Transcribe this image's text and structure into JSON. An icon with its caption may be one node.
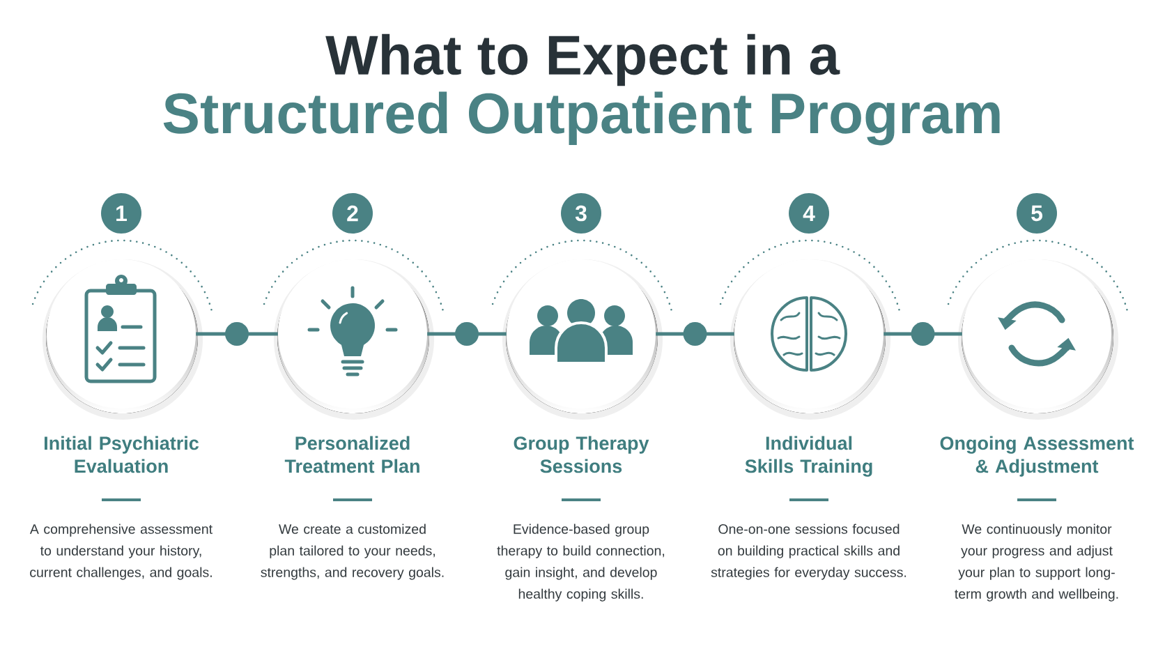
{
  "diagram": {
    "title": "What to Expect in a",
    "nodes": [
      {
        "text": [
          "Initial Psychiatric Evaluation",
          "A comprehensive assessment to understand your history, current challenges, and goals."
        ],
        "beside": [
          "1"
        ]
      },
      {
        "text": [
          "Personalized Treatment Plan",
          "We create a customized plan tailored to your needs, strengths, and recovery goals."
        ],
        "beside": [
          "2"
        ]
      },
      {
        "text": [
          "Group Therapy Sessions",
          "Evidence-based group therapy to build connection, gain insight, and develop healthy coping skills."
        ],
        "beside": [
          "3"
        ]
      },
      {
        "text": [
          "Individual Skills Training",
          "One-on-one sessions focused on building practical skills and strategies for everyday success."
        ],
        "beside": [
          "4"
        ]
      },
      {
        "text": [
          "Ongoing Assessment & Adjustment",
          "We continuously monitor your progress and adjust your plan to support long-term growth and wellbeing."
        ],
        "beside": [
          "5"
        ]
      }
    ],
    "edges": [
      {
        "from": 0,
        "to": 1,
        "arrow": "none"
      },
      {
        "from": 1,
        "to": 2,
        "arrow": "none"
      },
      {
        "from": 2,
        "to": 3,
        "arrow": "none"
      },
      {
        "from": 3,
        "to": 4,
        "arrow": "none"
      }
    ],
    "labels": [
      "Structured Outpatient Program"
    ]
  }
}
